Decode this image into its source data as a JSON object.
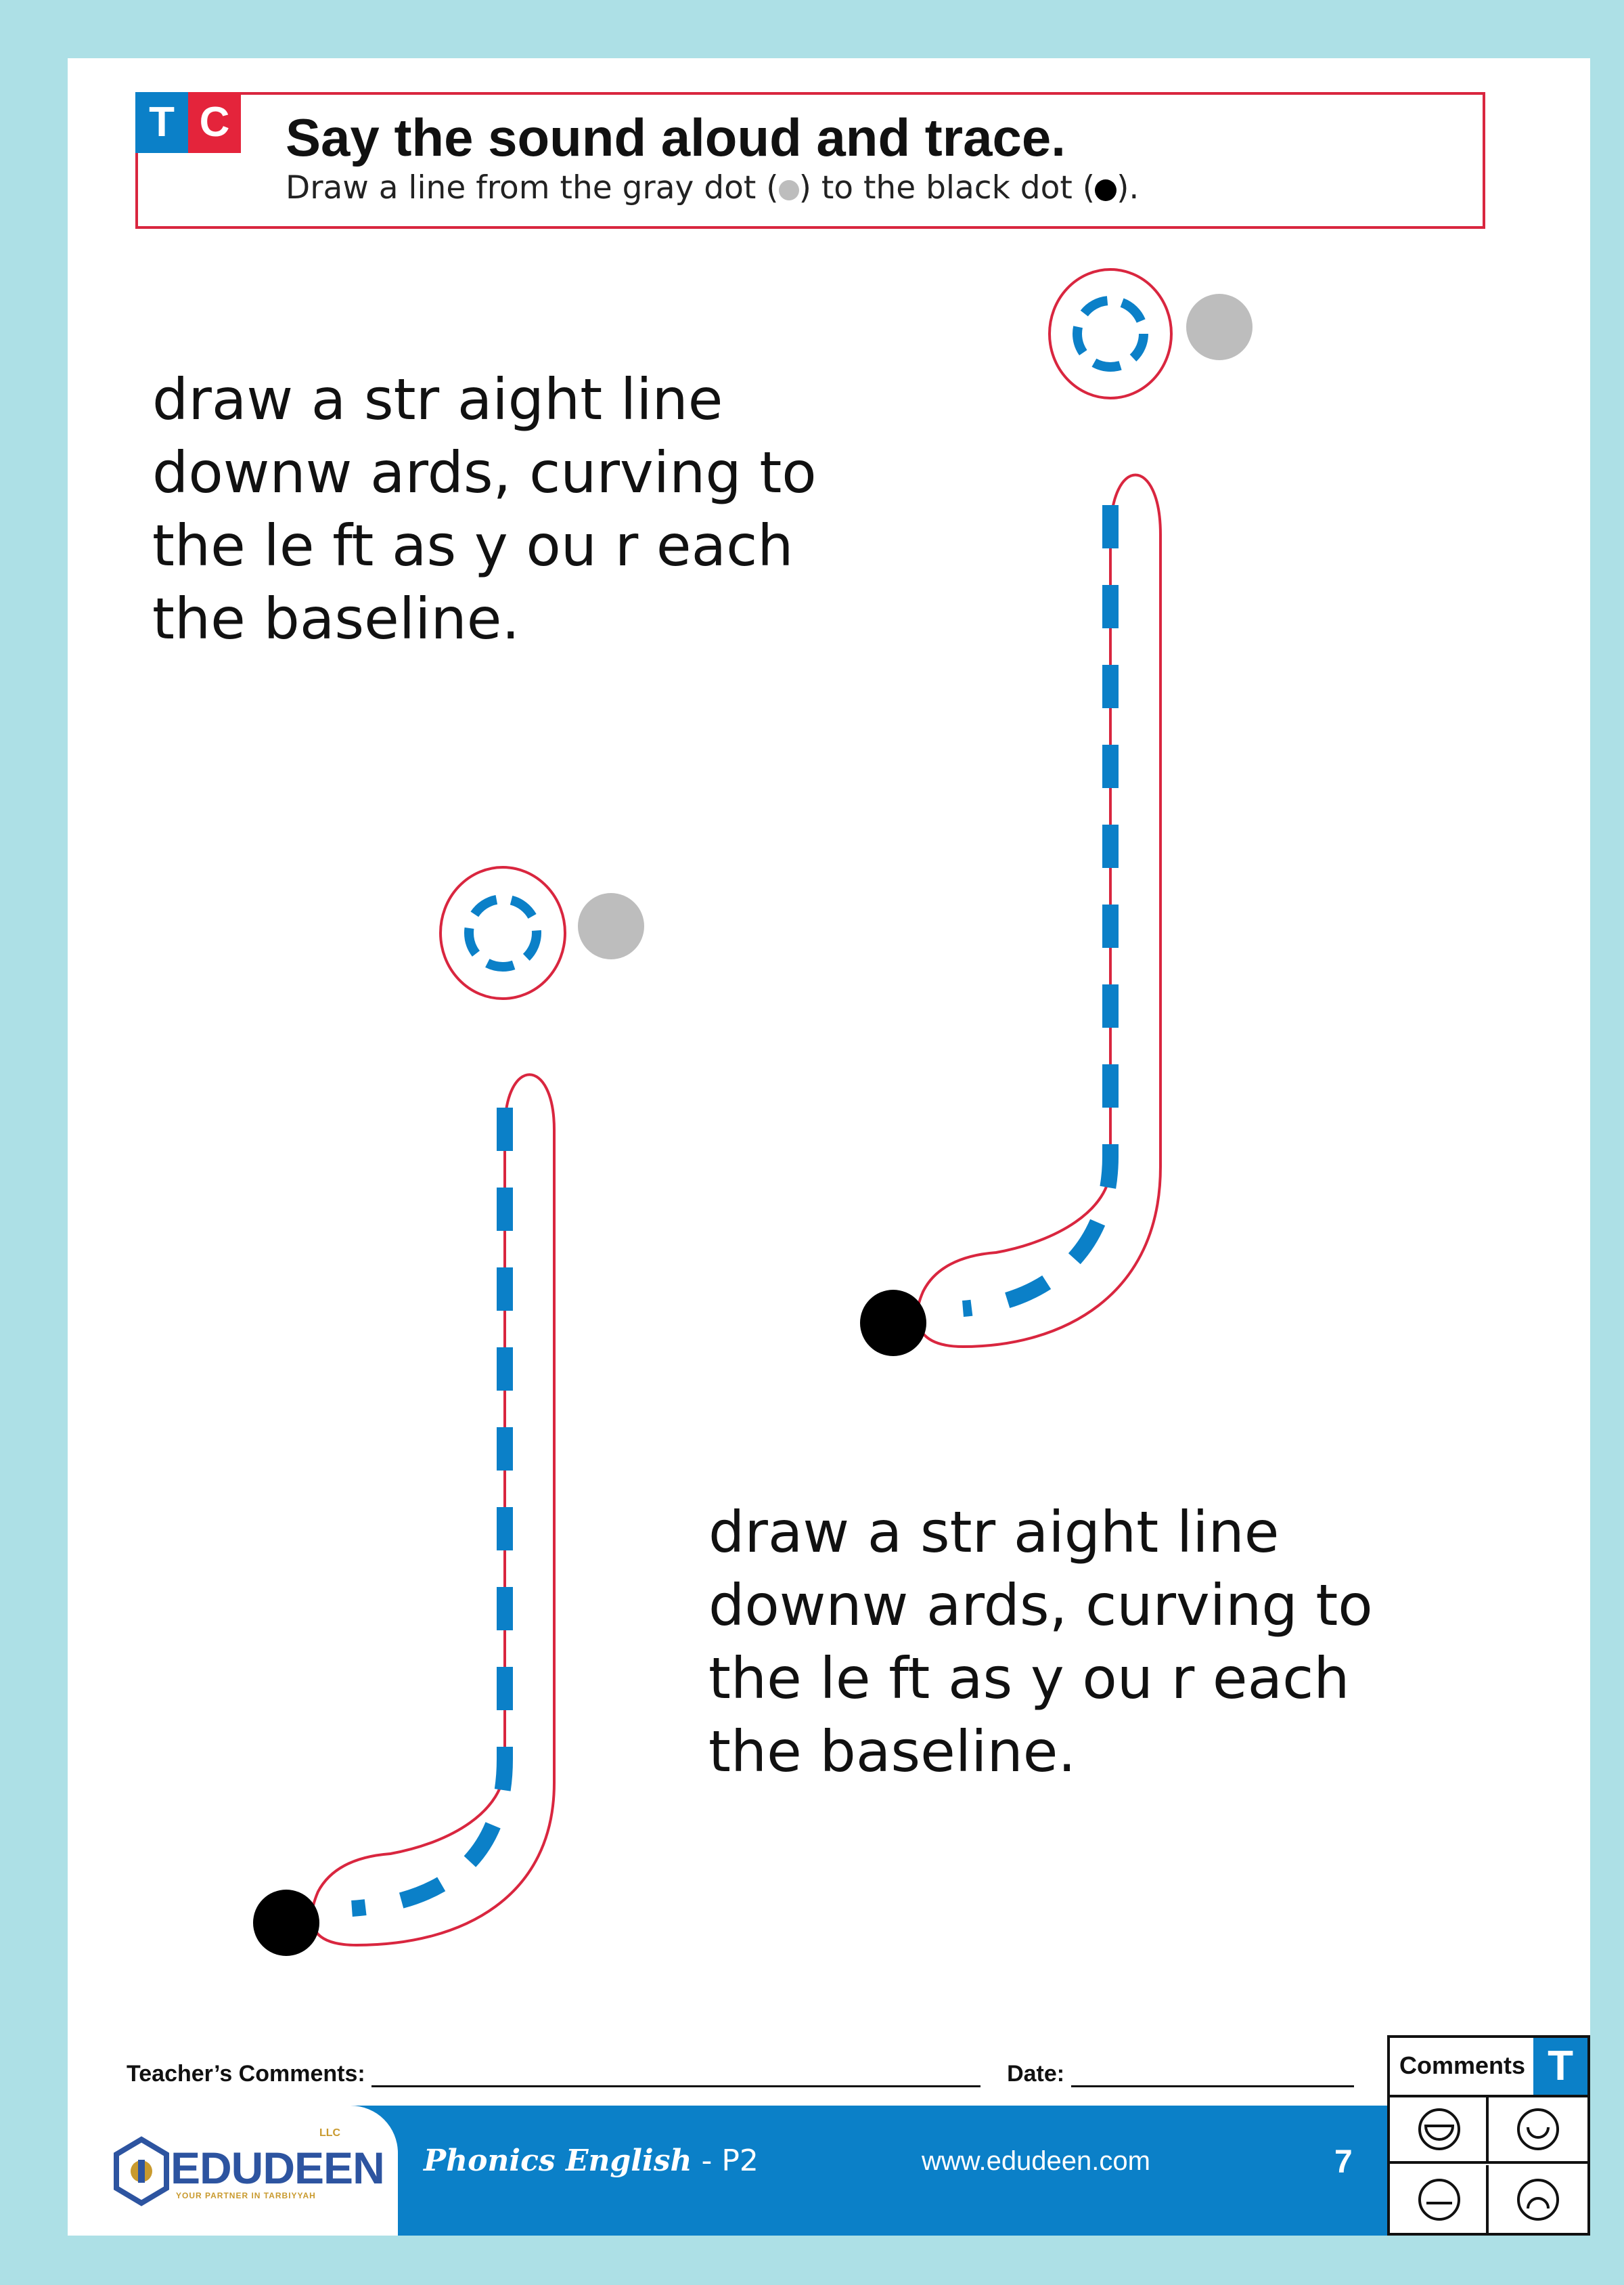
{
  "header": {
    "badge_t": "T",
    "badge_c": "C",
    "title": "Say the sound aloud and trace.",
    "subtitle_before": "Draw a line from the gray dot (",
    "subtitle_middle": ") to the black dot (",
    "subtitle_after": ")."
  },
  "instructions": {
    "first": [
      "draw a str aight line",
      "downw ards, curving  to",
      "the le ft as y ou r each",
      "the baseline."
    ],
    "second": [
      "draw a str aight line",
      "downw ards, curving  to",
      "the le ft as y ou r each",
      "the baseline."
    ]
  },
  "footer": {
    "teacher_comments_label": "Teacher’s Comments:",
    "date_label": "Date:",
    "logo_edu": "EDU",
    "logo_deen": "DEEN",
    "logo_llc": "LLC",
    "logo_tagline": "YOUR PARTNER IN TARBIYYAH",
    "course": "Phonics English",
    "level": " - P2",
    "url": "www.edudeen.com",
    "page_number": "7"
  },
  "comments_box": {
    "label": "Comments",
    "badge": "T",
    "faces": [
      "grinning-face-icon",
      "smiling-face-icon",
      "neutral-face-icon",
      "sad-face-icon"
    ]
  },
  "colors": {
    "background": "#ade0e6",
    "accent_blue": "#0b80c8",
    "accent_red": "#e4243b",
    "trace_outline": "#d9263f",
    "start_dot": "#bdbdbd",
    "end_dot": "#000000"
  }
}
